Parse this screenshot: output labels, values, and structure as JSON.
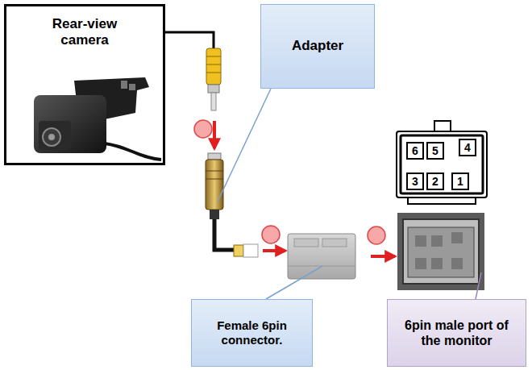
{
  "diagram": {
    "nodes": [
      {
        "text": [
          "Rear-view camera"
        ]
      },
      {
        "text": [
          "Adapter"
        ]
      },
      {
        "text": [
          "6"
        ]
      },
      {
        "text": [
          "5"
        ]
      },
      {
        "text": [
          "4"
        ]
      },
      {
        "text": [
          "3"
        ]
      },
      {
        "text": [
          "2"
        ]
      },
      {
        "text": [
          "1"
        ]
      },
      {
        "text": [
          "Female 6pin connector."
        ]
      },
      {
        "text": [
          "6pin male port of the monitor"
        ]
      }
    ]
  }
}
